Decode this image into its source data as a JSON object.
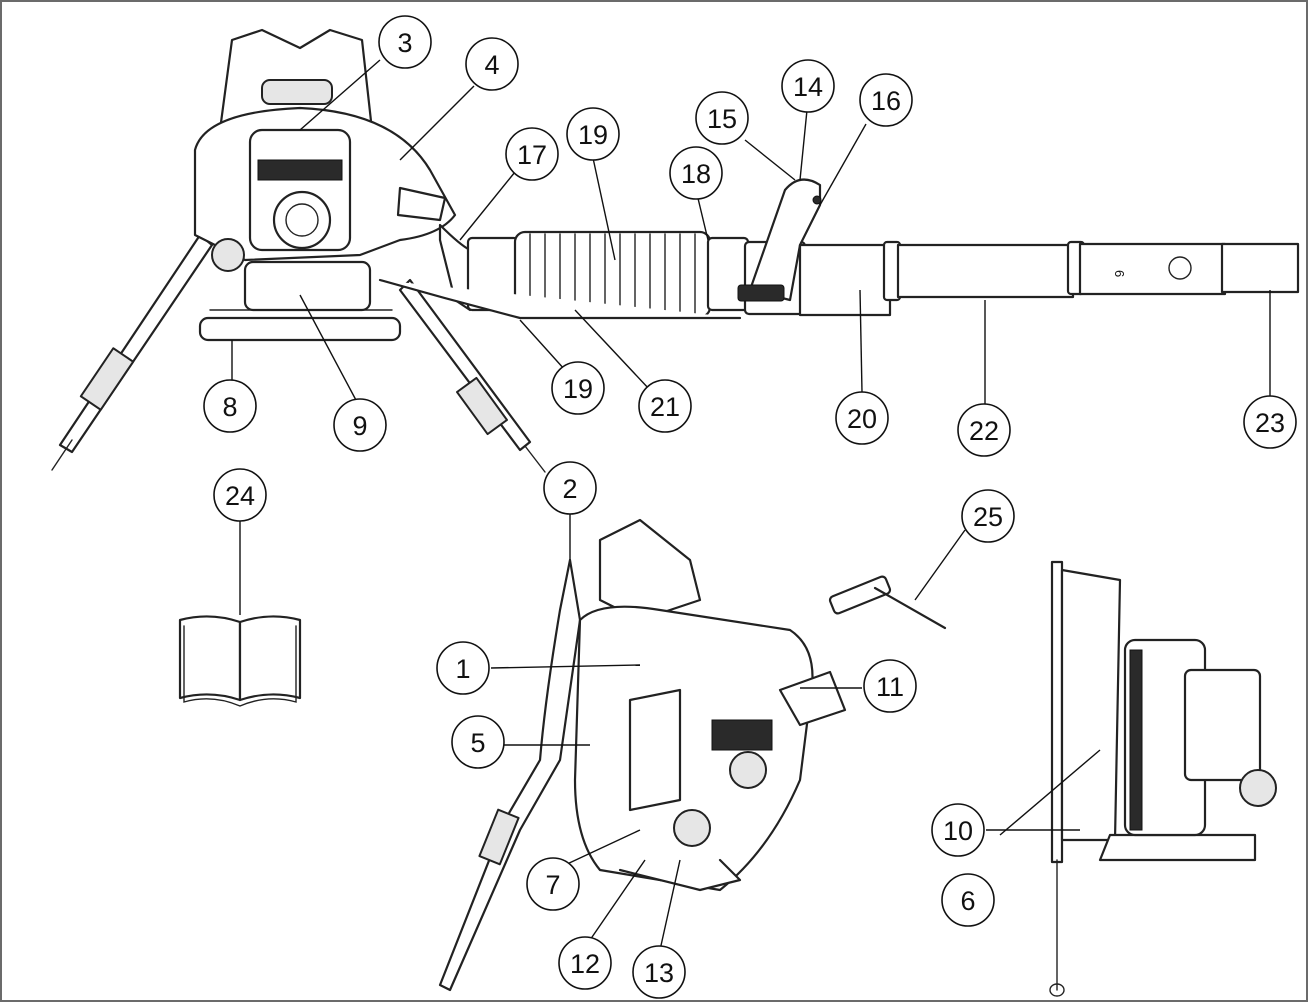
{
  "callouts": [
    {
      "label": "1"
    },
    {
      "label": "2"
    },
    {
      "label": "3"
    },
    {
      "label": "4"
    },
    {
      "label": "5"
    },
    {
      "label": "6"
    },
    {
      "label": "7"
    },
    {
      "label": "8"
    },
    {
      "label": "9"
    },
    {
      "label": "10"
    },
    {
      "label": "11"
    },
    {
      "label": "12"
    },
    {
      "label": "13"
    },
    {
      "label": "14"
    },
    {
      "label": "15"
    },
    {
      "label": "16"
    },
    {
      "label": "17"
    },
    {
      "label": "18"
    },
    {
      "label": "19"
    },
    {
      "label": "19"
    },
    {
      "label": "20"
    },
    {
      "label": "21"
    },
    {
      "label": "22"
    },
    {
      "label": "23"
    },
    {
      "label": "24"
    },
    {
      "label": "25"
    }
  ],
  "icons": {
    "manual": "open-book-icon",
    "wrench": "combination-spanner-icon"
  }
}
